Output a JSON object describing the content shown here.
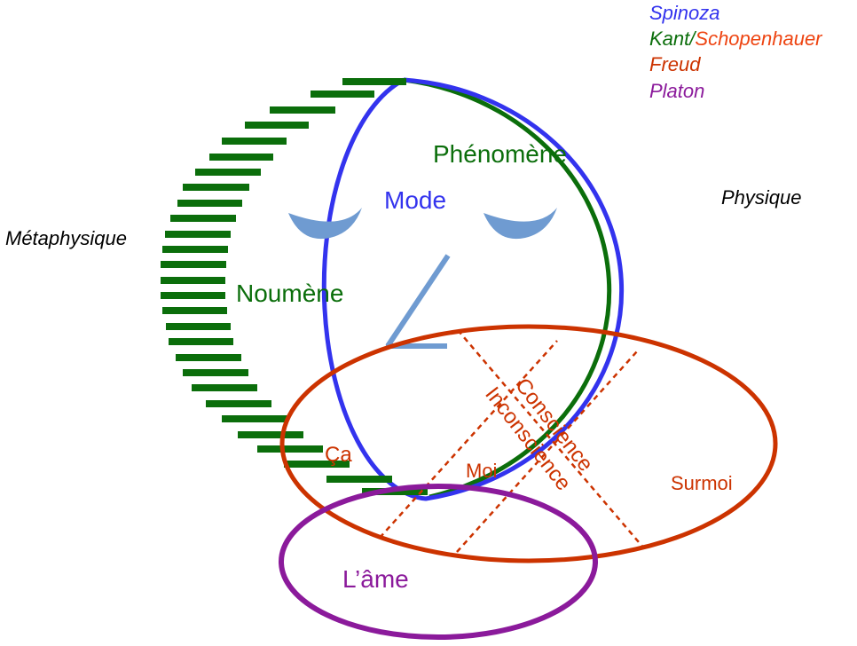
{
  "legend": {
    "spinoza": "Spinoza",
    "kant": "Kant",
    "slash": "/",
    "schopenhauer": "Schopenhauer",
    "freud": "Freud",
    "platon": "Platon"
  },
  "labels": {
    "physique": "Physique",
    "metaphysique": "Métaphysique",
    "phenomene": "Phénomène",
    "mode": "Mode",
    "noumene": "Noumène",
    "ca": "Ça",
    "moi": "Moi",
    "surmoi": "Surmoi",
    "conscience": "Conscience",
    "inconscience": "Inconscience",
    "ame": "L’âme"
  },
  "colors": {
    "spinoza": "#3333ee",
    "kant": "#0b6e0b",
    "freud": "#cc3300",
    "schopenhauer": "#ee4411",
    "platon": "#8b1a9b",
    "face": "#6f9bd1",
    "black": "#000000"
  }
}
